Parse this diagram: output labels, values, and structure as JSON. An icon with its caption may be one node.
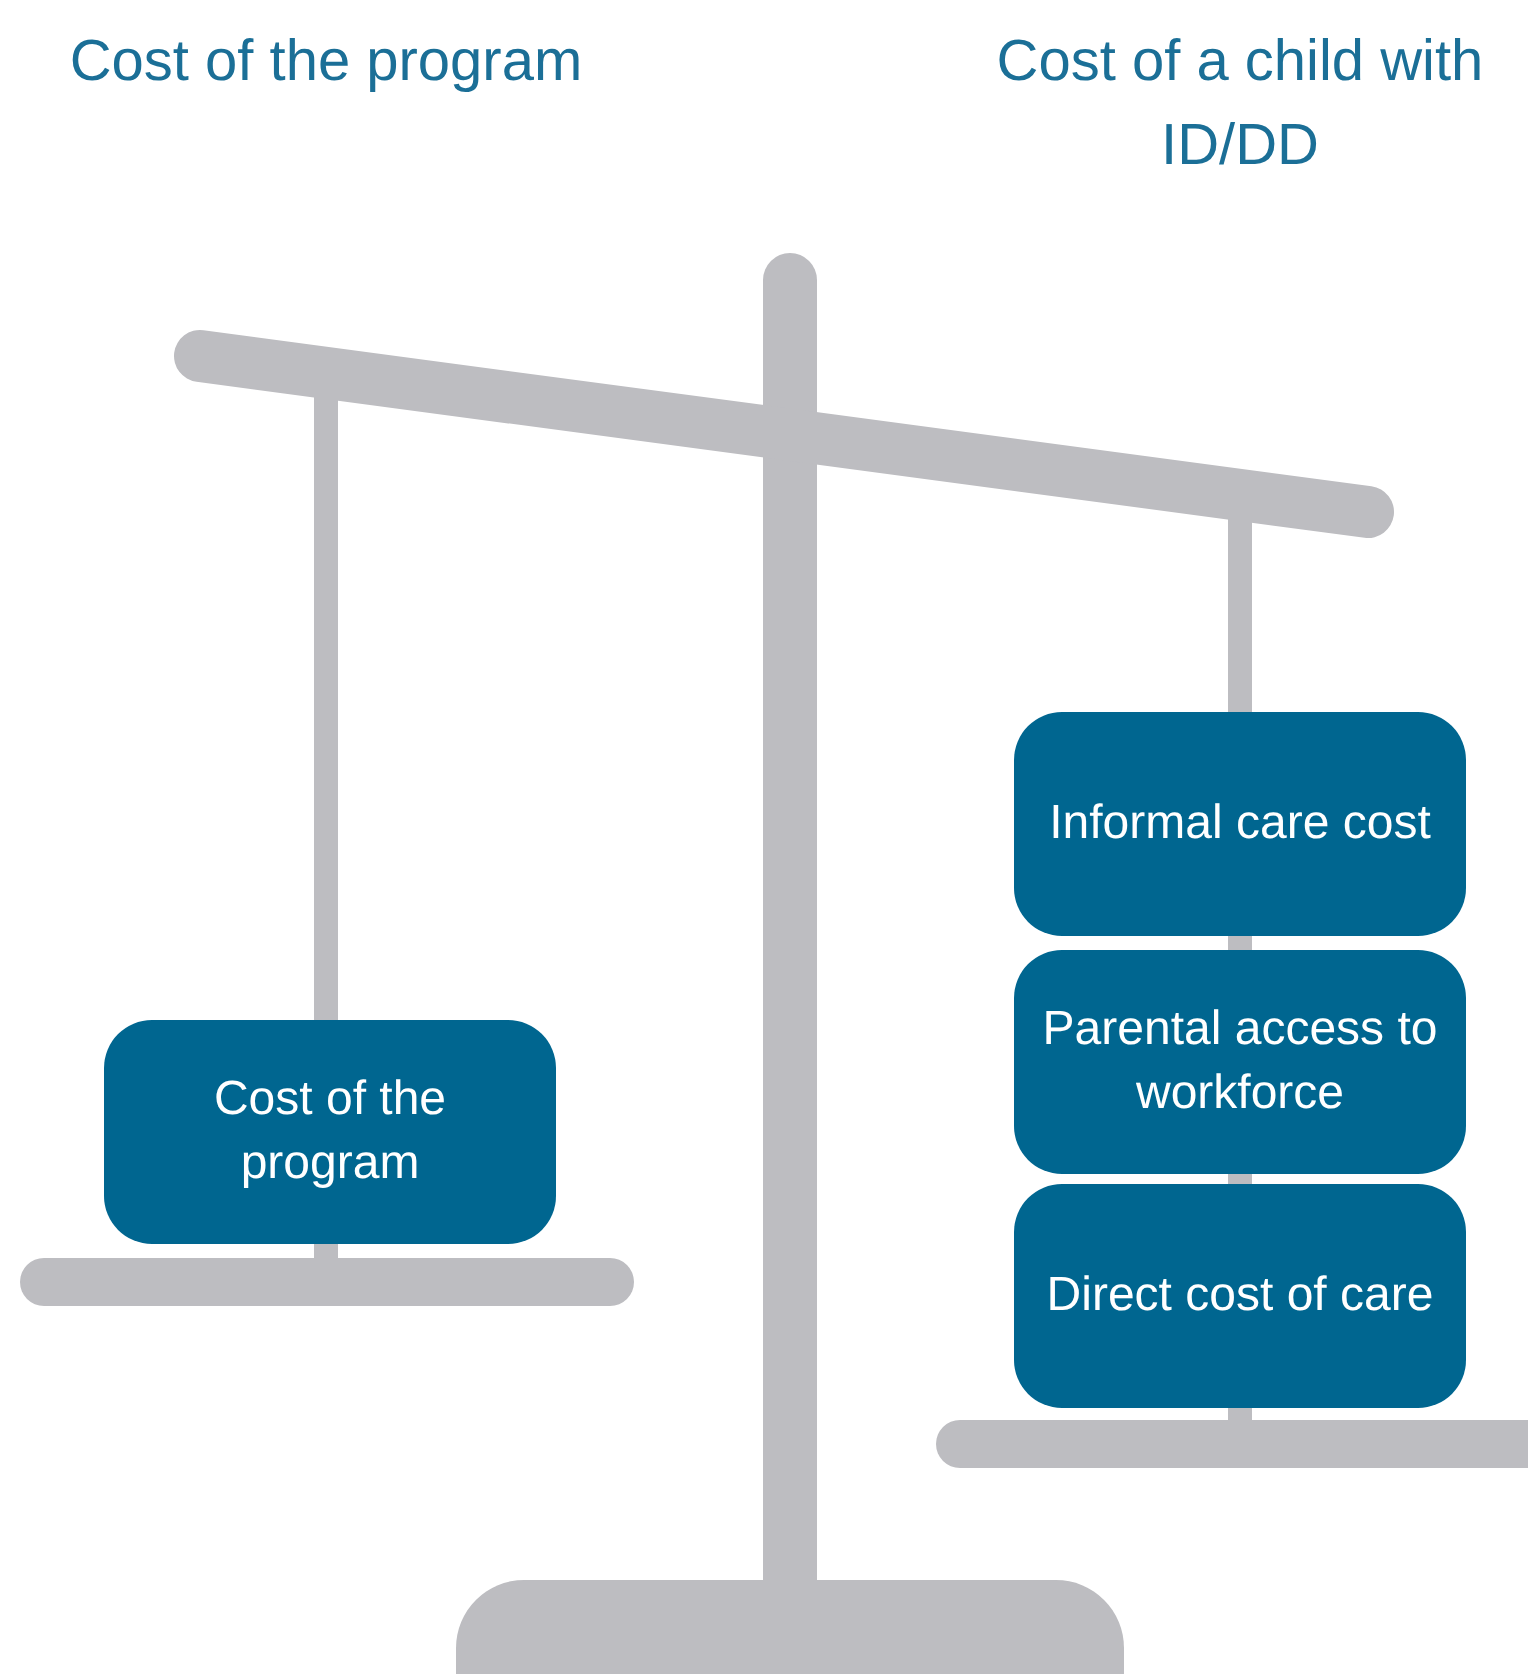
{
  "diagram": {
    "nodes": [
      {
        "text": [
          "Cost of the program"
        ]
      },
      {
        "text": [
          "Informal care cost"
        ]
      },
      {
        "text": [
          "Parental access to workforce"
        ]
      },
      {
        "text": [
          "Direct cost of care"
        ]
      }
    ],
    "labels": [
      "Cost of the program",
      "Cost of a child with ID/DD"
    ]
  }
}
